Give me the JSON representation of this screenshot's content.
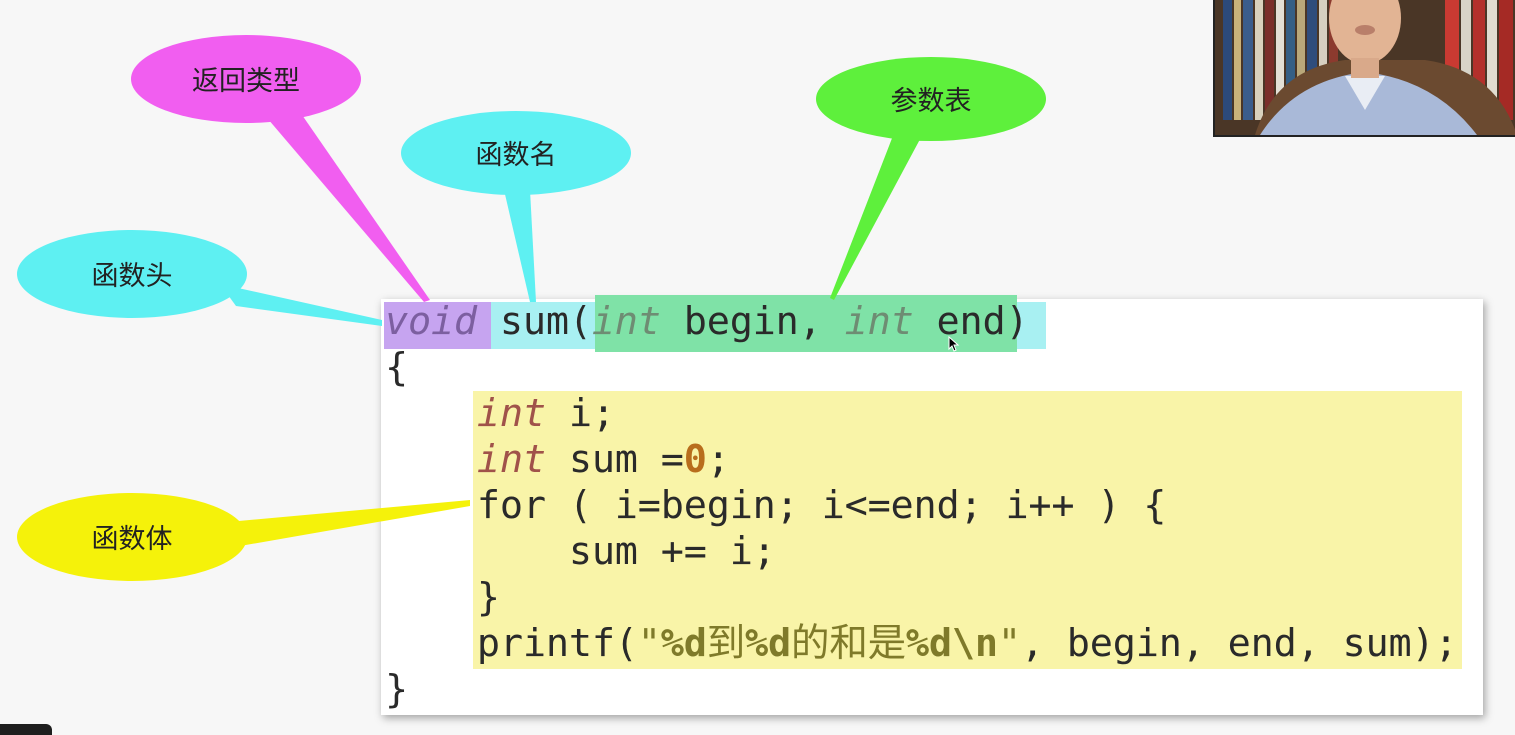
{
  "callouts": {
    "return_type": {
      "label": "返回类型",
      "color": "#f15ef0"
    },
    "function_name": {
      "label": "函数名",
      "color": "#5ef0f2"
    },
    "parameter_list": {
      "label": "参数表",
      "color": "#5ef03c"
    },
    "function_header": {
      "label": "函数头",
      "color": "#5ef0f2"
    },
    "function_body": {
      "label": "函数体",
      "color": "#f5f20a"
    }
  },
  "code": {
    "line1": {
      "void": "void",
      "name": "sum(",
      "int1": "int",
      "begin": " begin, ",
      "int2": "int",
      "end": " end",
      "close": ")"
    },
    "line2": "{",
    "line3": {
      "int": "int",
      "rest": " i;"
    },
    "line4": {
      "int": "int",
      "rest": " sum =",
      "zero": "0",
      "semi": ";"
    },
    "line5": {
      "for": "for",
      "rest": " ( i=begin; i<=end; i++ ) {"
    },
    "line6": "    sum += i;",
    "line7": "}",
    "line8": {
      "fn": "printf(",
      "q1": "\"",
      "f1": "%d",
      "t1": "到",
      "f2": "%d",
      "t2": "的和是",
      "f3": "%d\\n",
      "q2": "\"",
      "args": ", begin, end, sum);"
    },
    "line9": "}"
  },
  "colors": {
    "header_highlight": "#a8f0f2",
    "return_type_highlight": "#c6a4f0",
    "params_highlight": "#7fe2a7",
    "body_highlight": "#f9f4a8"
  }
}
